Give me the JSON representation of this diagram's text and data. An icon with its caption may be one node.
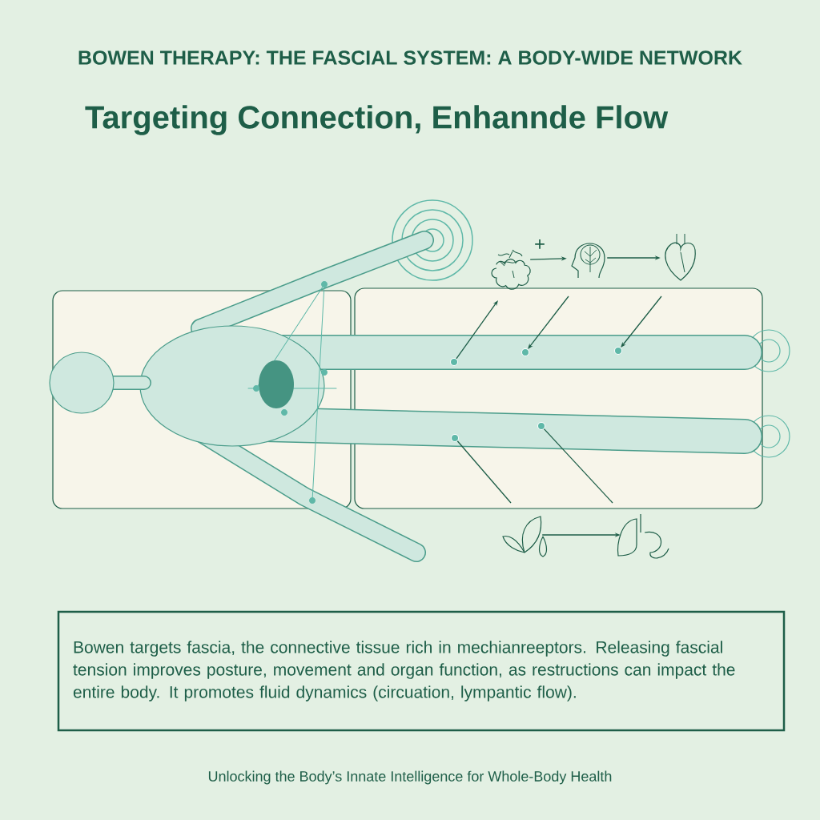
{
  "diagram": {
    "title": "BOWEN THERAPY: THE FASCIAL SYSTEM: A BODY-WIDE NETWORK",
    "caption": "Unlocking the Body’s Innate Intelligence for Whole-Body Health",
    "nodes": [
      {
        "text": [],
        "shape": "picture"
      },
      {
        "text": [],
        "shape": "picture"
      },
      {
        "text": [],
        "shape": "picture"
      },
      {
        "text": [],
        "shape": "picture"
      },
      {
        "text": [],
        "shape": "picture"
      },
      {
        "text": [
          "Bowen targets fascia, the connective tissue rich in mechianreeptors. Releasing fascial tension improves posture, movement and organ function, as restructions can impact the entire body. It promotes fluid dynamics (circuation, lympantic flow)."
        ]
      },
      {
        "text": [],
        "shape": "circle"
      },
      {
        "text": [],
        "shape": "circle"
      },
      {
        "text": [],
        "shape": "circle"
      },
      {
        "text": [],
        "shape": "circle"
      },
      {
        "text": [],
        "shape": "circle"
      }
    ],
    "edges": [
      {
        "from": 0,
        "to": 1,
        "arrow": "to"
      },
      {
        "from": 1,
        "to": 2,
        "arrow": "to"
      },
      {
        "from": 3,
        "to": 4,
        "arrow": "to"
      },
      {
        "from": 6,
        "to": null,
        "arrow": "to"
      },
      {
        "from": null,
        "to": 7,
        "arrow": "to"
      },
      {
        "from": null,
        "to": 8,
        "arrow": "to"
      },
      {
        "from": 9,
        "to": null,
        "arrow": "none"
      },
      {
        "from": 10,
        "to": null,
        "arrow": "none"
      }
    ],
    "labels": [
      "Targeting Connection, Enhannde Flow",
      "+"
    ]
  }
}
